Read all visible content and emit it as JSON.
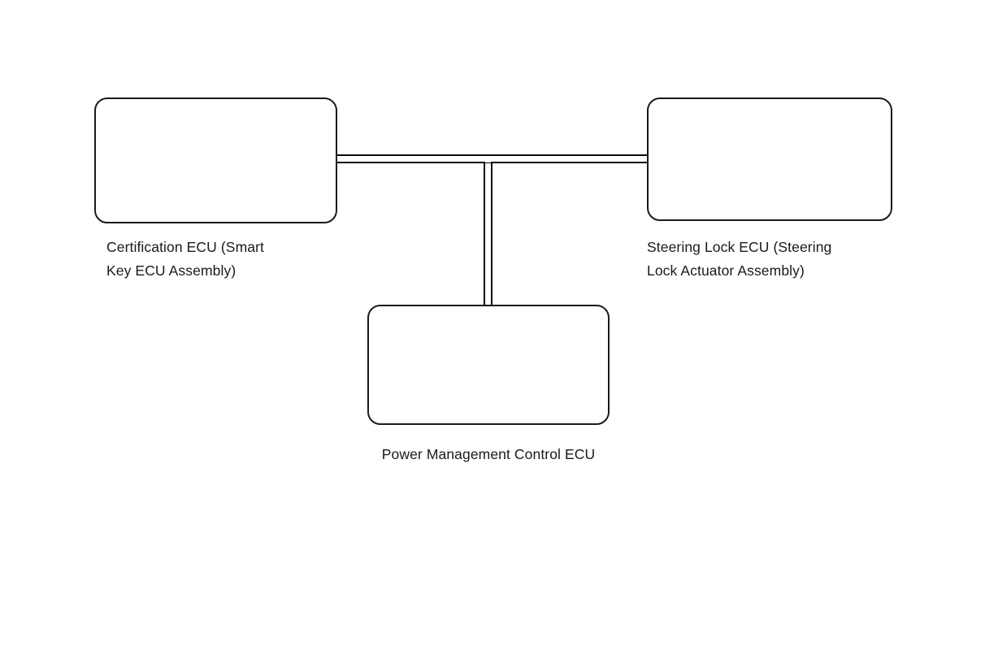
{
  "diagram": {
    "type": "system-network-diagram",
    "background_color": "#ffffff",
    "line_color": "#0d0d0d",
    "text_color": "#1a1a1a",
    "nodes": [
      {
        "id": "certification-ecu",
        "label": "Certification ECU (Smart\nKey ECU Assembly)",
        "label_align": "left"
      },
      {
        "id": "steering-lock-ecu",
        "label": "Steering Lock ECU (Steering\nLock Actuator Assembly)",
        "label_align": "left"
      },
      {
        "id": "power-management-ecu",
        "label": "Power Management Control ECU",
        "label_align": "center"
      }
    ],
    "connections": [
      {
        "id": "left-segment",
        "from": "certification-ecu",
        "to": "bus-junction",
        "style": "double-line"
      },
      {
        "id": "right-segment",
        "from": "bus-junction",
        "to": "steering-lock-ecu",
        "style": "double-line"
      },
      {
        "id": "vertical-segment",
        "from": "bus-junction",
        "to": "power-management-ecu",
        "style": "double-line"
      }
    ]
  }
}
